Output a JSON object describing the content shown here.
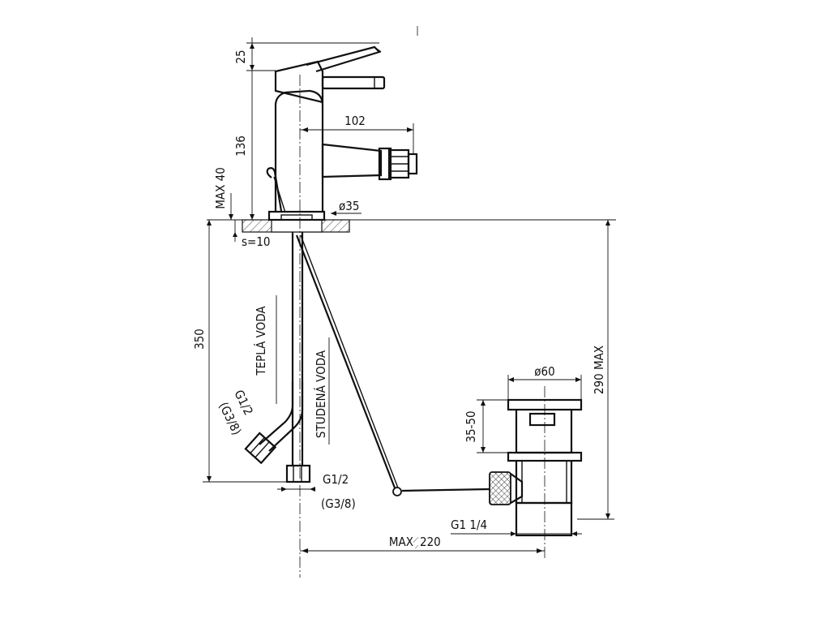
{
  "dimensions": {
    "handle_rise": "25",
    "spout_height": "136",
    "spout_reach": "102",
    "max_deck_thickness": "MAX 40",
    "base_diameter": "ø35",
    "deck_thickness": "s=10",
    "hose_length": "350",
    "total_height": "290 MAX",
    "drain_diameter": "ø60",
    "drain_adjust": "35-50",
    "drain_thread": "G1 1/4",
    "max_reach_prefix": "MAX",
    "max_reach_value": "220"
  },
  "connections": {
    "hot_label": "TEPLÁ VODA",
    "hot_thread": "G1/2",
    "hot_thread_alt": "(G3/8)",
    "cold_label": "STUDENÁ VODA",
    "cold_thread": "G1/2",
    "cold_thread_alt": "(G3/8)"
  }
}
